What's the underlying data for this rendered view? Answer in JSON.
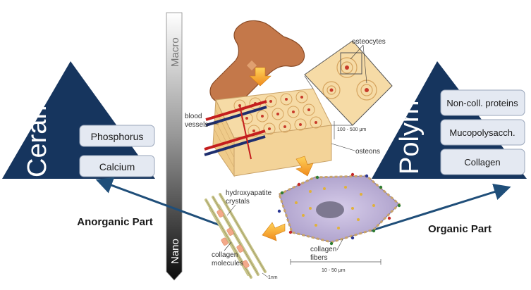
{
  "scale": {
    "top": "Macro",
    "bottom": "Nano"
  },
  "left_triangle": {
    "title": "Ceramics",
    "items": [
      "Phosphorus",
      "Calcium"
    ],
    "caption": "Anorganic Part"
  },
  "right_triangle": {
    "title": "Polymer",
    "items": [
      "Non-coll. proteins",
      "Mucopolysacch.",
      "Collagen"
    ],
    "caption": "Organic Part"
  },
  "labels": {
    "osteocytes": "osteocytes",
    "blood_vessels_1": "blood",
    "blood_vessels_2": "vessels",
    "osteons": "osteons",
    "scale_osteon": "100 - 500 μm",
    "hydroxyapatite_1": "hydroxyapatite",
    "hydroxyapatite_2": "crystals",
    "collagen_fibers_1": "collagen",
    "collagen_fibers_2": "fibers",
    "collagen_molecules_1": "collagen",
    "collagen_molecules_2": "molecules",
    "scale_fiber": "10 - 50 μm",
    "scale_nm": "1nm"
  },
  "colors": {
    "triangle": "#16355e",
    "box_fill": "#e4e9f2",
    "arrow": "#1f4e79",
    "orange_arrow": "#f5a623",
    "bone": "#c4784a"
  }
}
